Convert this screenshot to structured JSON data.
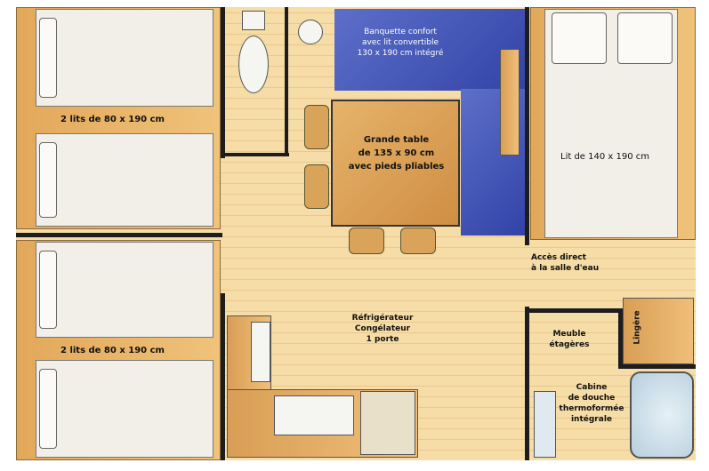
{
  "labels": {
    "bedroom1_beds": "2 lits de 80 x 190 cm",
    "bedroom2_beds": "2 lits de 80 x 190 cm",
    "banquette": [
      "Banquette confort",
      "avec lit convertible",
      "130 x 190 cm intégré"
    ],
    "table": [
      "Grande table",
      "de 135 x 90 cm",
      "avec pieds pliables"
    ],
    "double_bed": "Lit de 140 x 190 cm",
    "access": [
      "Accès direct",
      "à la salle d'eau"
    ],
    "fridge": [
      "Réfrigérateur",
      "Congélateur",
      "1 porte"
    ],
    "furniture": [
      "Meuble",
      "étagères"
    ],
    "linen": "Lingère",
    "shower": [
      "Cabine",
      "de douche",
      "thermoformée",
      "intégrale"
    ]
  },
  "colors": {
    "floor": "#f6dca6",
    "banquette": "#3243a8",
    "walls": "#1d1d1d",
    "bed_frame": "#e2a85a"
  }
}
